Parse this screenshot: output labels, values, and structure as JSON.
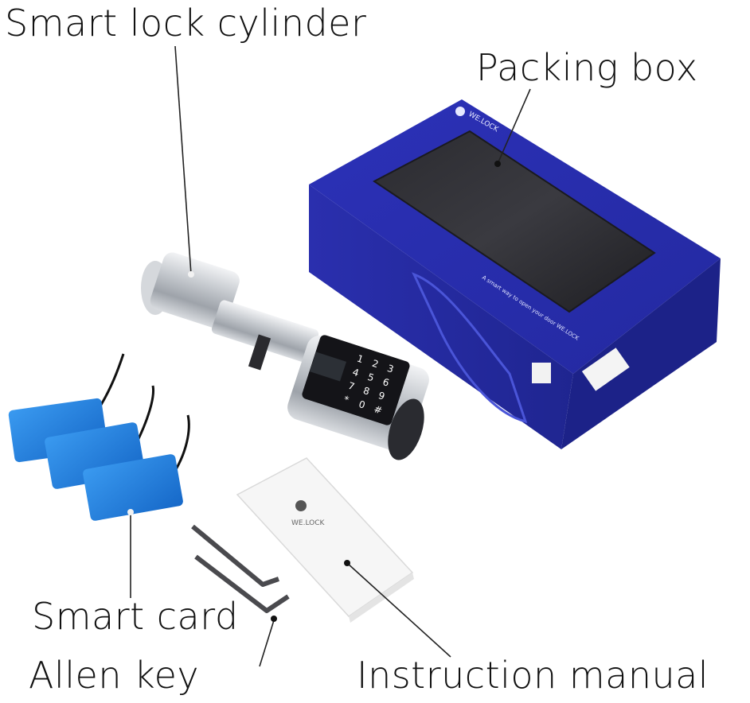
{
  "labels": {
    "lock_cylinder": "Smart lock cylinder",
    "packing_box": "Packing box",
    "smart_card": "Smart card",
    "allen_key": "Allen key",
    "instruction_manual": "Instruction manual"
  },
  "brand": {
    "logo_text": "WE.LOCK",
    "box_slogan": "A smart way to open your door WE.LOCK"
  },
  "keypad": {
    "keys": [
      "1",
      "2",
      "3",
      "4",
      "5",
      "6",
      "7",
      "8",
      "9",
      "*",
      "0",
      "#"
    ]
  },
  "colors": {
    "box_blue": "#2a2fb0",
    "card_blue": "#1e7fd8",
    "metal": "#c9cdd2",
    "label_text": "#111111",
    "leader_line": "#222222"
  }
}
